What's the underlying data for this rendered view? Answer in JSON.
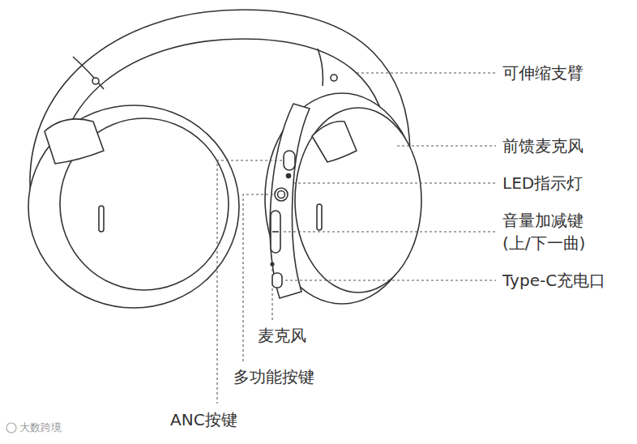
{
  "diagram": {
    "labels": [
      "可伸缩支臂",
      "前馈麦克风",
      "LED指示灯",
      "音量加减键 (上/下一曲)",
      "Type-C充电口",
      "麦克风",
      "多功能按键",
      "ANC按键",
      "大数跨境"
    ]
  }
}
